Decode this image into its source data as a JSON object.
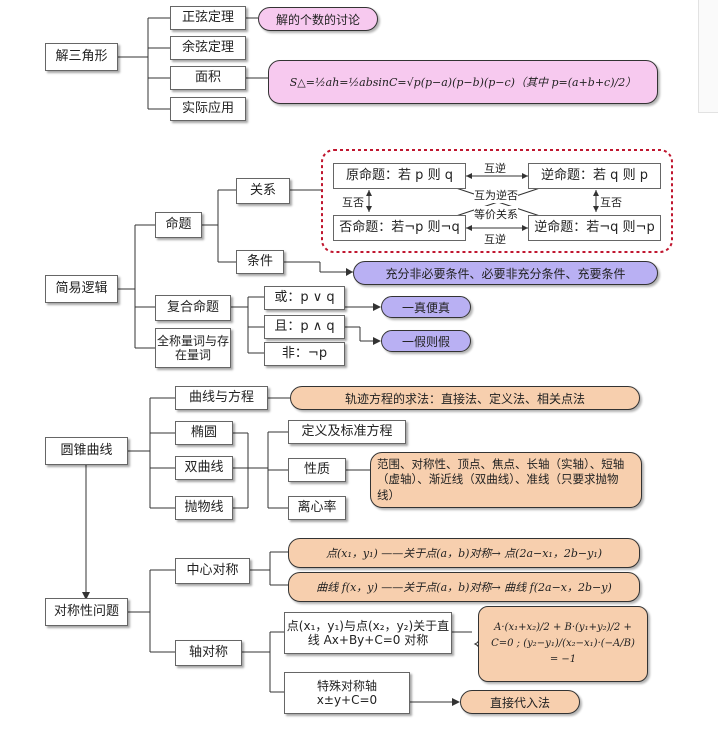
{
  "sections": {
    "triangle": {
      "root": "解三角形",
      "items": [
        "正弦定理",
        "余弦定理",
        "面积",
        "实际应用"
      ],
      "sine_note": "解的个数的讨论",
      "area_formula": "S△=½ah=½absinC=√p(p−a)(p−b)(p−c)（其中 p=(a+b+c)/2）"
    },
    "logic": {
      "root": "简易逻辑",
      "proposition": "命题",
      "relation": "关系",
      "condition": "条件",
      "compound": "复合命题",
      "quantifier": "全称量词与存在量词",
      "or": "或：p ∨ q",
      "and": "且：p ∧ q",
      "not": "非：¬p",
      "one_true": "一真便真",
      "one_false": "一假则假",
      "condition_note": "充分非必要条件、必要非充分条件、充要条件",
      "original": "原命题：若 p 则 q",
      "converse": "逆命题：若 q 则 p",
      "inverse": "否命题：若¬p 则¬q",
      "contrapositive": "逆命题：若¬q 则¬p",
      "mutual_inverse_top": "互逆",
      "mutual_inverse_bottom": "互逆",
      "negation_left": "互否",
      "negation_right": "互否",
      "contra_label": "互为逆否",
      "equivalent": "等价关系"
    },
    "conic": {
      "root": "圆锥曲线",
      "curve_eq": "曲线与方程",
      "ellipse": "椭圆",
      "hyperbola": "双曲线",
      "parabola": "抛物线",
      "trajectory": "轨迹方程的求法：直接法、定义法、相关点法",
      "definition": "定义及标准方程",
      "property": "性质",
      "eccentricity": "离心率",
      "property_note": "范围、对称性、顶点、焦点、长轴（实轴）、短轴（虚轴）、渐近线（双曲线）、准线（只要求抛物线）"
    },
    "symmetry": {
      "root": "对称性问题",
      "center": "中心对称",
      "axis": "轴对称",
      "center_point": "点(x₁，y₁) ——关于点(a，b)对称→ 点(2a−x₁，2b−y₁)",
      "center_curve": "曲线 f(x，y) ——关于点(a，b)对称→ 曲线 f(2a−x，2b−y)",
      "axis_desc": "点(x₁，y₁)与点(x₂，y₂)关于直线 Ax+By+C=0 对称",
      "axis_system": "A·(x₁+x₂)/2 + B·(y₁+y₂)/2 + C=0 ; (y₂−y₁)/(x₂−x₁)·(−A/B) = −1",
      "special_axis": "特殊对称轴 x±y+C=0",
      "direct": "直接代入法"
    }
  }
}
